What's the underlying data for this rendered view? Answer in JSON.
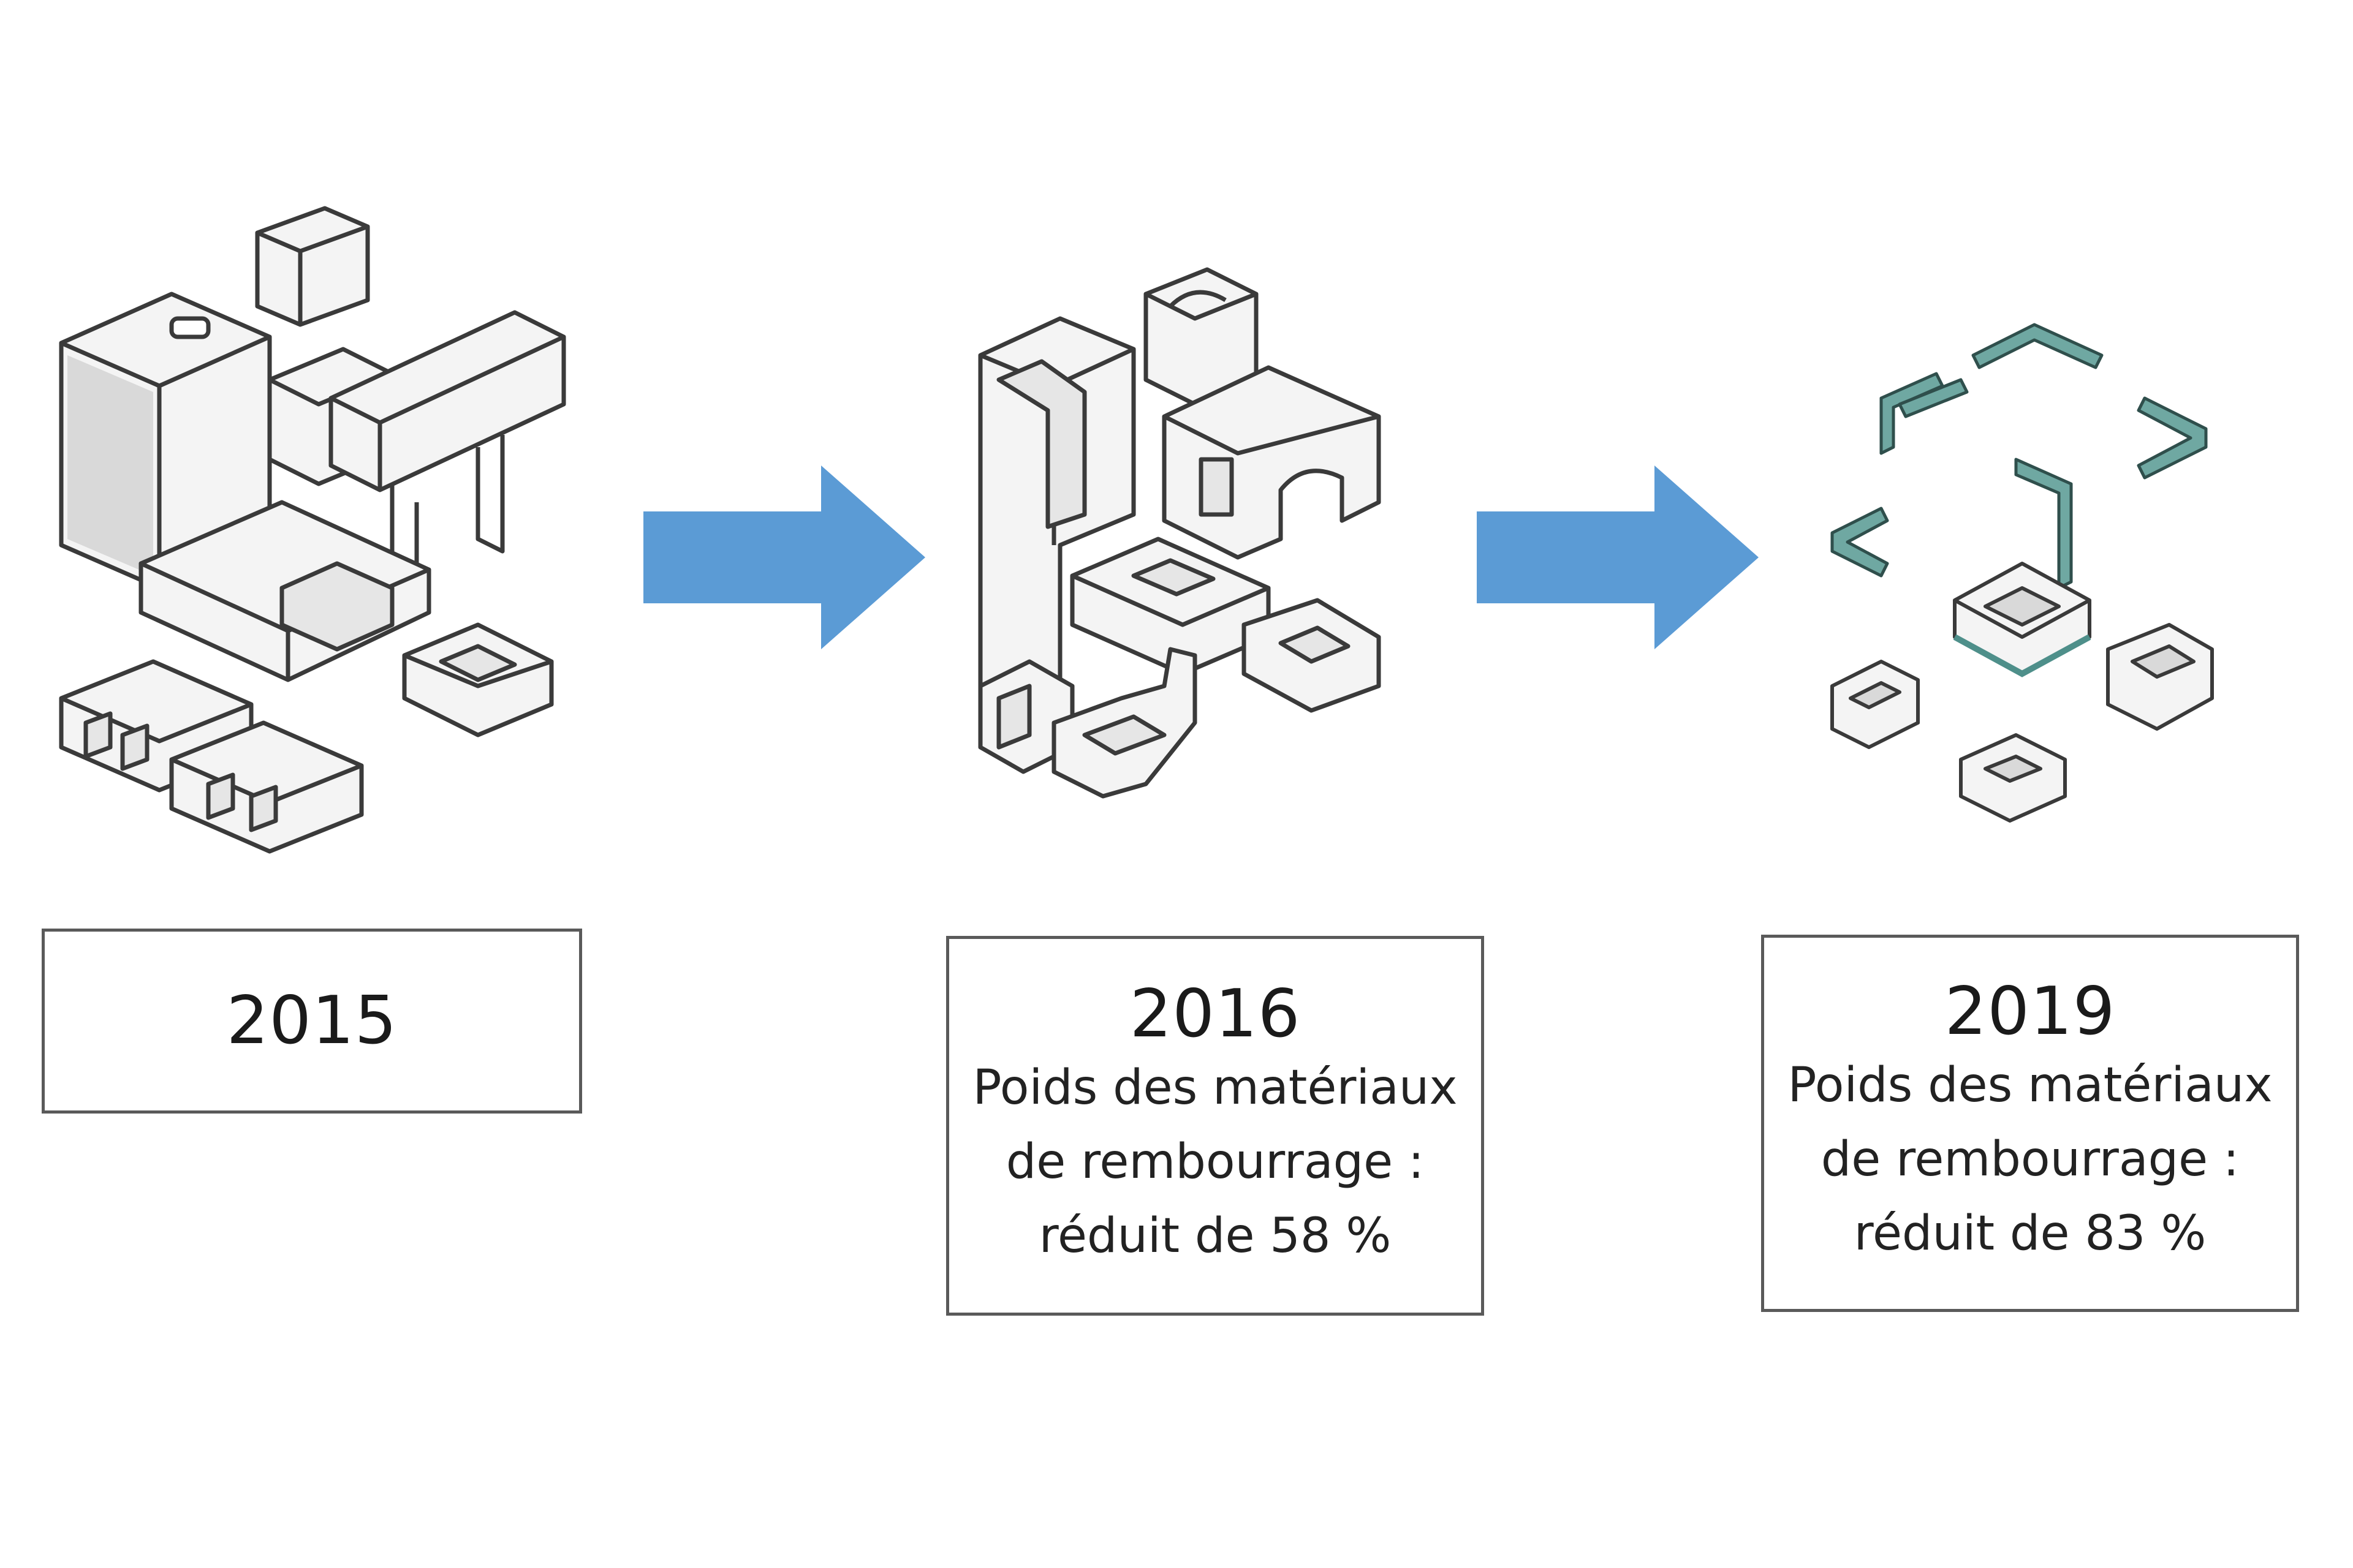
{
  "stages": [
    {
      "year": "2015",
      "description": [],
      "illustration": "foam-packaging-full-icon"
    },
    {
      "year": "2016",
      "description": [
        "Poids des matériaux",
        "de rembourrage :",
        "réduit de 58 %"
      ],
      "illustration": "foam-packaging-reduced-icon"
    },
    {
      "year": "2019",
      "description": [
        "Poids des matériaux",
        "de rembourrage :",
        "réduit de 83 %"
      ],
      "illustration": "cardboard-packaging-icon"
    }
  ],
  "colors": {
    "arrow": "#5b9bd5",
    "outline": "#3a3a3a",
    "foam": "#f2f2f2",
    "foam_shade": "#d9d9d9",
    "cardboard_teal": "#4e8f8a"
  }
}
